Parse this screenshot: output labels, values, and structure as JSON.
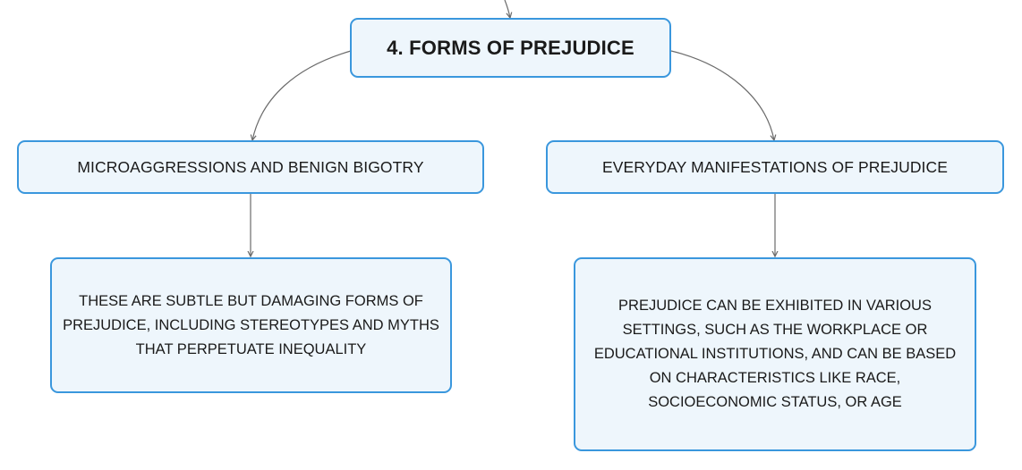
{
  "root": {
    "label": "4. FORMS OF PREJUDICE"
  },
  "branches": [
    {
      "label": "MICROAGGRESSIONS AND BENIGN BIGOTRY",
      "detail": "THESE ARE SUBTLE BUT DAMAGING FORMS OF PREJUDICE, INCLUDING STEREOTYPES AND MYTHS THAT PERPETUATE INEQUALITY"
    },
    {
      "label": "EVERYDAY MANIFESTATIONS OF PREJUDICE",
      "detail": "PREJUDICE CAN BE EXHIBITED IN VARIOUS SETTINGS, SUCH AS THE WORKPLACE OR EDUCATIONAL INSTITUTIONS, AND CAN BE BASED ON CHARACTERISTICS LIKE RACE, SOCIOECONOMIC STATUS, OR AGE"
    }
  ],
  "colors": {
    "node_border": "#3a97dd",
    "node_fill": "#eef6fc",
    "connector": "#6b6b6b",
    "text": "#1a1a1a"
  }
}
